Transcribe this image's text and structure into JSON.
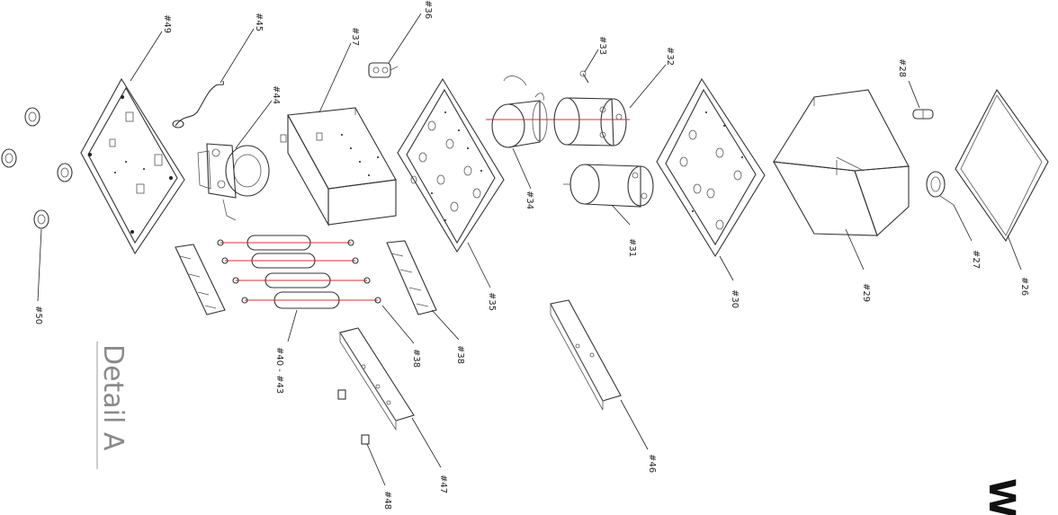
{
  "diagram": {
    "title": "Detail A",
    "brand_mark": "W",
    "labels": {
      "p49": "#49",
      "p45": "#45",
      "p36": "#36",
      "p37": "#37",
      "p33": "#33",
      "p32": "#32",
      "p28": "#28",
      "p44": "#44",
      "p34": "#34",
      "p31": "#31",
      "p30": "#30",
      "p29": "#29",
      "p27": "#27",
      "p26": "#26",
      "p35": "#35",
      "p50": "#50",
      "p40_43": "#40 - #43",
      "p38a": "#38",
      "p38b": "#38",
      "p46": "#46",
      "p47": "#47",
      "p48": "#48"
    }
  }
}
